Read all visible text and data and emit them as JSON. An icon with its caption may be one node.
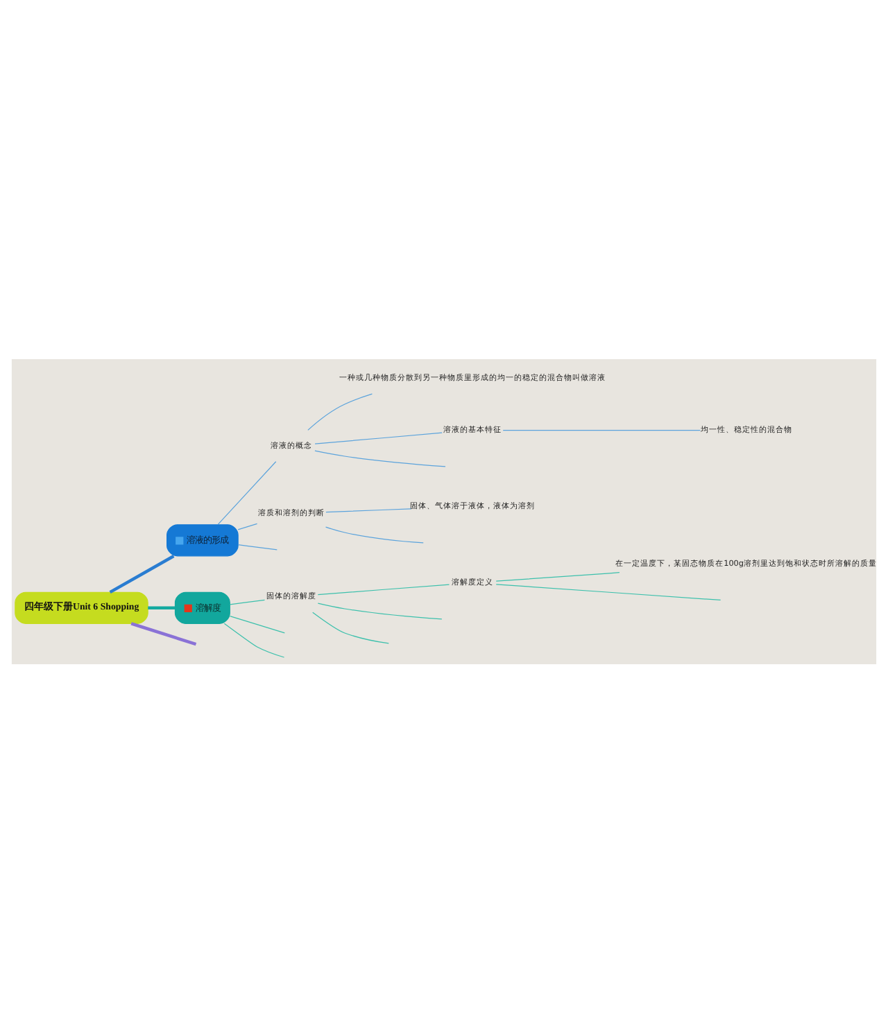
{
  "diagram": {
    "nodes": [
      {
        "text": [
          "四年级下册Unit 6 Shopping"
        ]
      },
      {
        "text": [
          "溶液的形成"
        ]
      },
      {
        "text": [
          "溶液的概念"
        ]
      },
      {
        "text": [
          "一种或几种物质分散到另一种物质里形成的均一的稳定的混合物叫做溶液"
        ]
      },
      {
        "text": [
          "溶液的基本特征"
        ]
      },
      {
        "text": [
          "均一性、稳定性的混合物"
        ]
      },
      {
        "text": [
          "溶质和溶剂的判断"
        ]
      },
      {
        "text": [
          "固体、气体溶于液体，液体为溶剂"
        ]
      },
      {
        "text": [
          "溶解度"
        ]
      },
      {
        "text": [
          "固体的溶解度"
        ]
      },
      {
        "text": [
          "溶解度定义"
        ]
      },
      {
        "text": [
          "在一定温度下，某固态物质在100g溶剂里达到饱和状态时所溶解的质量"
        ]
      }
    ],
    "edges": [
      {
        "from": 0,
        "to": 1,
        "arrow": "none",
        "style": "thick",
        "color": "#2a7dd1"
      },
      {
        "from": 0,
        "to": 8,
        "arrow": "none",
        "style": "thick",
        "color": "#14aaa0"
      },
      {
        "from": 0,
        "to": null,
        "arrow": "none",
        "style": "thick",
        "color": "#8a72d6"
      },
      {
        "from": 1,
        "to": 2,
        "arrow": "none"
      },
      {
        "from": 1,
        "to": 6,
        "arrow": "none"
      },
      {
        "from": 1,
        "to": null,
        "arrow": "none"
      },
      {
        "from": 2,
        "to": 3,
        "arrow": "none"
      },
      {
        "from": 2,
        "to": 4,
        "arrow": "none"
      },
      {
        "from": 2,
        "to": null,
        "arrow": "none"
      },
      {
        "from": 4,
        "to": 5,
        "arrow": "none"
      },
      {
        "from": 6,
        "to": 7,
        "arrow": "none"
      },
      {
        "from": 6,
        "to": null,
        "arrow": "none"
      },
      {
        "from": 8,
        "to": 9,
        "arrow": "none",
        "color": "#3cc0ac"
      },
      {
        "from": 8,
        "to": null,
        "arrow": "none",
        "color": "#3cc0ac"
      },
      {
        "from": 8,
        "to": null,
        "arrow": "none",
        "color": "#3cc0ac"
      },
      {
        "from": 9,
        "to": 10,
        "arrow": "none",
        "color": "#3cc0ac"
      },
      {
        "from": 9,
        "to": null,
        "arrow": "none",
        "color": "#3cc0ac"
      },
      {
        "from": 9,
        "to": null,
        "arrow": "none",
        "color": "#3cc0ac"
      },
      {
        "from": 10,
        "to": 11,
        "arrow": "none",
        "color": "#3cc0ac"
      },
      {
        "from": 10,
        "to": null,
        "arrow": "none",
        "color": "#3cc0ac"
      }
    ]
  }
}
